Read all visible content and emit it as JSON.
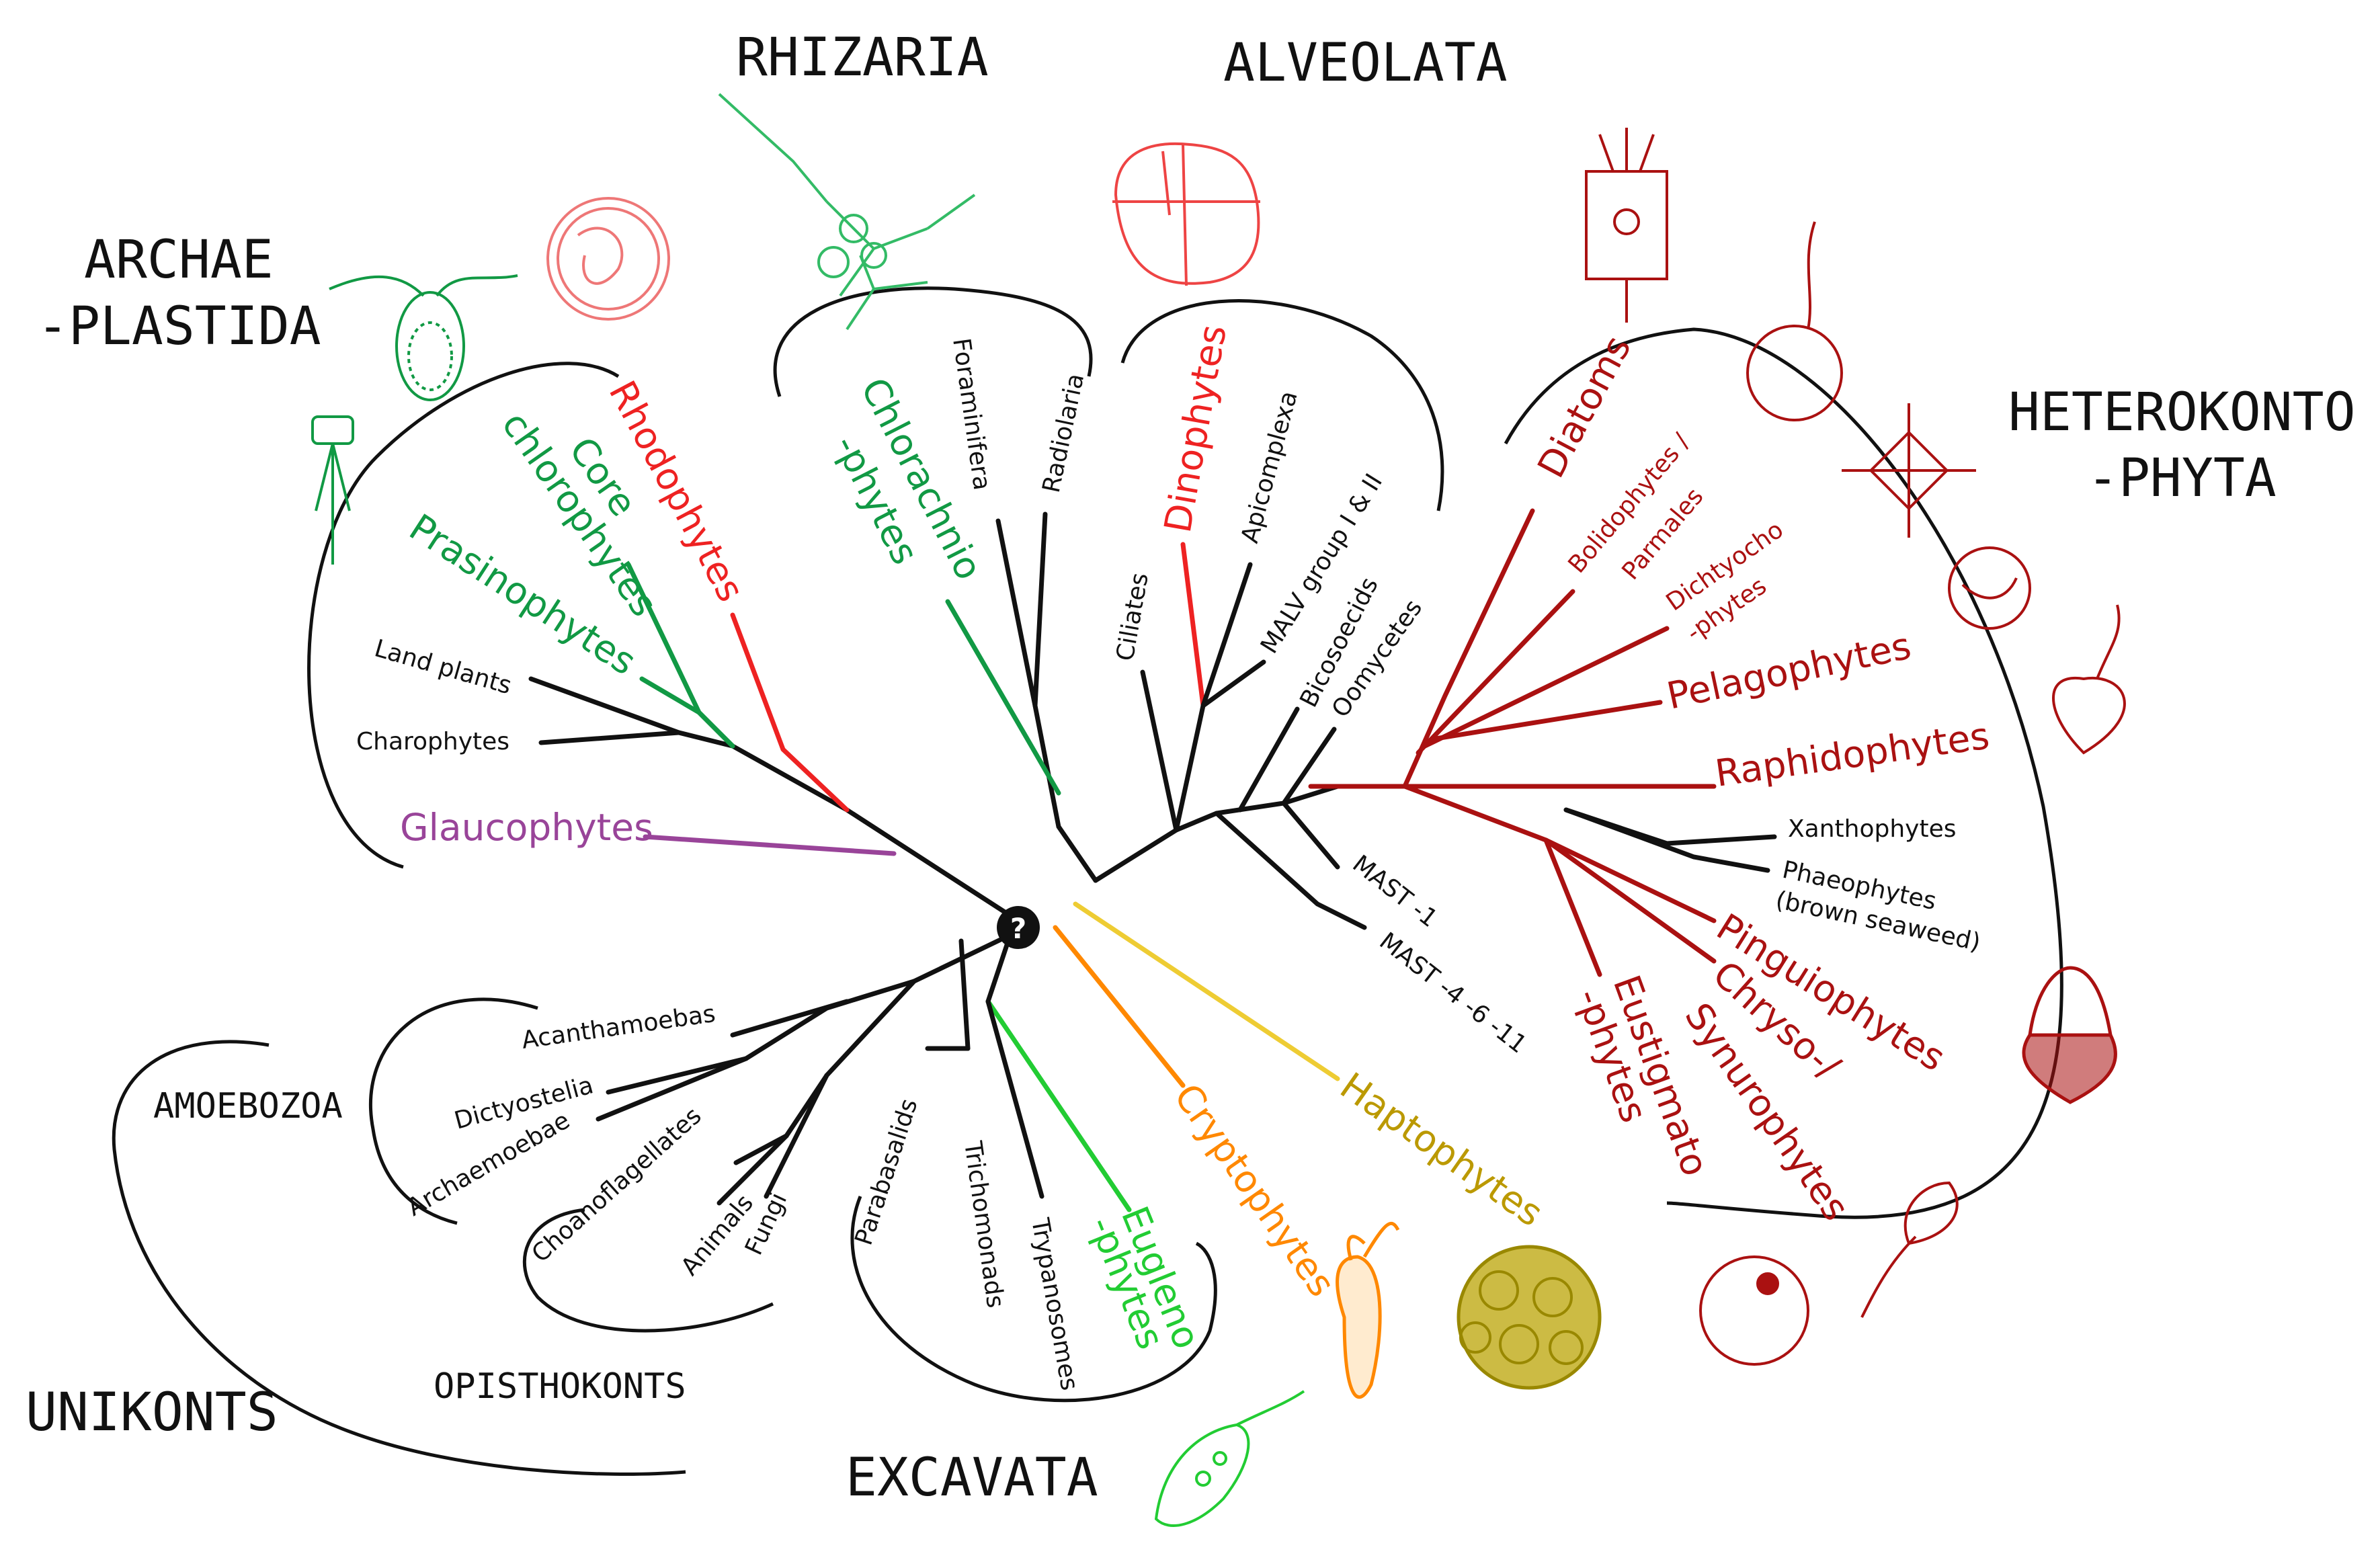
{
  "colors": {
    "black": "#111111",
    "green": "#119944",
    "bright_green": "#22cc33",
    "red": "#ee2222",
    "dark_red": "#aa1111",
    "purple": "#994499",
    "orange": "#ff8800",
    "olive": "#bb9900",
    "salmon": "#ee7777"
  },
  "root": {
    "label": "?"
  },
  "supergroups": {
    "archaeplastida": [
      "ARCHAE",
      "-PLASTIDA"
    ],
    "rhizaria": "RHIZARIA",
    "alveolata": "ALVEOLATA",
    "heterokontophyta": [
      "HETEROKONTO",
      "-PHYTA"
    ],
    "amoebozoa": "AMOEBOZOA",
    "opisthokonts": "OPISTHOKONTS",
    "unikonts": "UNIKONTS",
    "excavata": "EXCAVATA"
  },
  "taxa": {
    "rhodophytes": "Rhodophytes",
    "core_chlorophytes": [
      "Core",
      "chlorophytes"
    ],
    "prasinophytes": "Prasinophytes",
    "land_plants": "Land plants",
    "charophytes": "Charophytes",
    "glaucophytes": "Glaucophytes",
    "chlorarachniophytes": [
      "Chlorachnio",
      "-phytes"
    ],
    "foraminifera": "Foraminifera",
    "radiolaria": "Radiolaria",
    "dinophytes": "Dinophytes",
    "apicomplexa": "Apicomplexa",
    "ciliates": "Ciliates",
    "malv": "MALV group I & II",
    "bicosoecids": "Bicosoecids",
    "oomycetes": "Oomycetes",
    "diatoms": "Diatoms",
    "bolidophytes": [
      "Bolidophytes /",
      "Parmales"
    ],
    "dichtyochophytes": [
      "Dichtyocho",
      "-phytes"
    ],
    "pelagophytes": "Pelagophytes",
    "raphidophytes": "Raphidophytes",
    "xanthophytes": "Xanthophytes",
    "phaeophytes": [
      "Phaeophytes",
      "(brown seaweed)"
    ],
    "pinguiophytes": "Pinguiophytes",
    "chrysophytes": [
      "Chryso-/",
      "Synurophytes"
    ],
    "eustigmatophytes": [
      "Eustigmato",
      "-phytes"
    ],
    "mast1": "MAST -1",
    "mast4": "MAST -4 -6 -11",
    "haptophytes": "Haptophytes",
    "cryptophytes": "Cryptophytes",
    "euglenophytes": [
      "Eugleno",
      "-phytes"
    ],
    "trypanosomes": "Trypanosomes",
    "trichomonads": "Trichomonads",
    "parabasalids": "Parabasalids",
    "fungi": "Fungi",
    "animals": "Animals",
    "choanoflagellates": "Choanoflagellates",
    "archaemoebae": "Archaemoebae",
    "dictyostelia": "Dictyostelia",
    "acanthamoebas": "Acanthamoebas"
  }
}
